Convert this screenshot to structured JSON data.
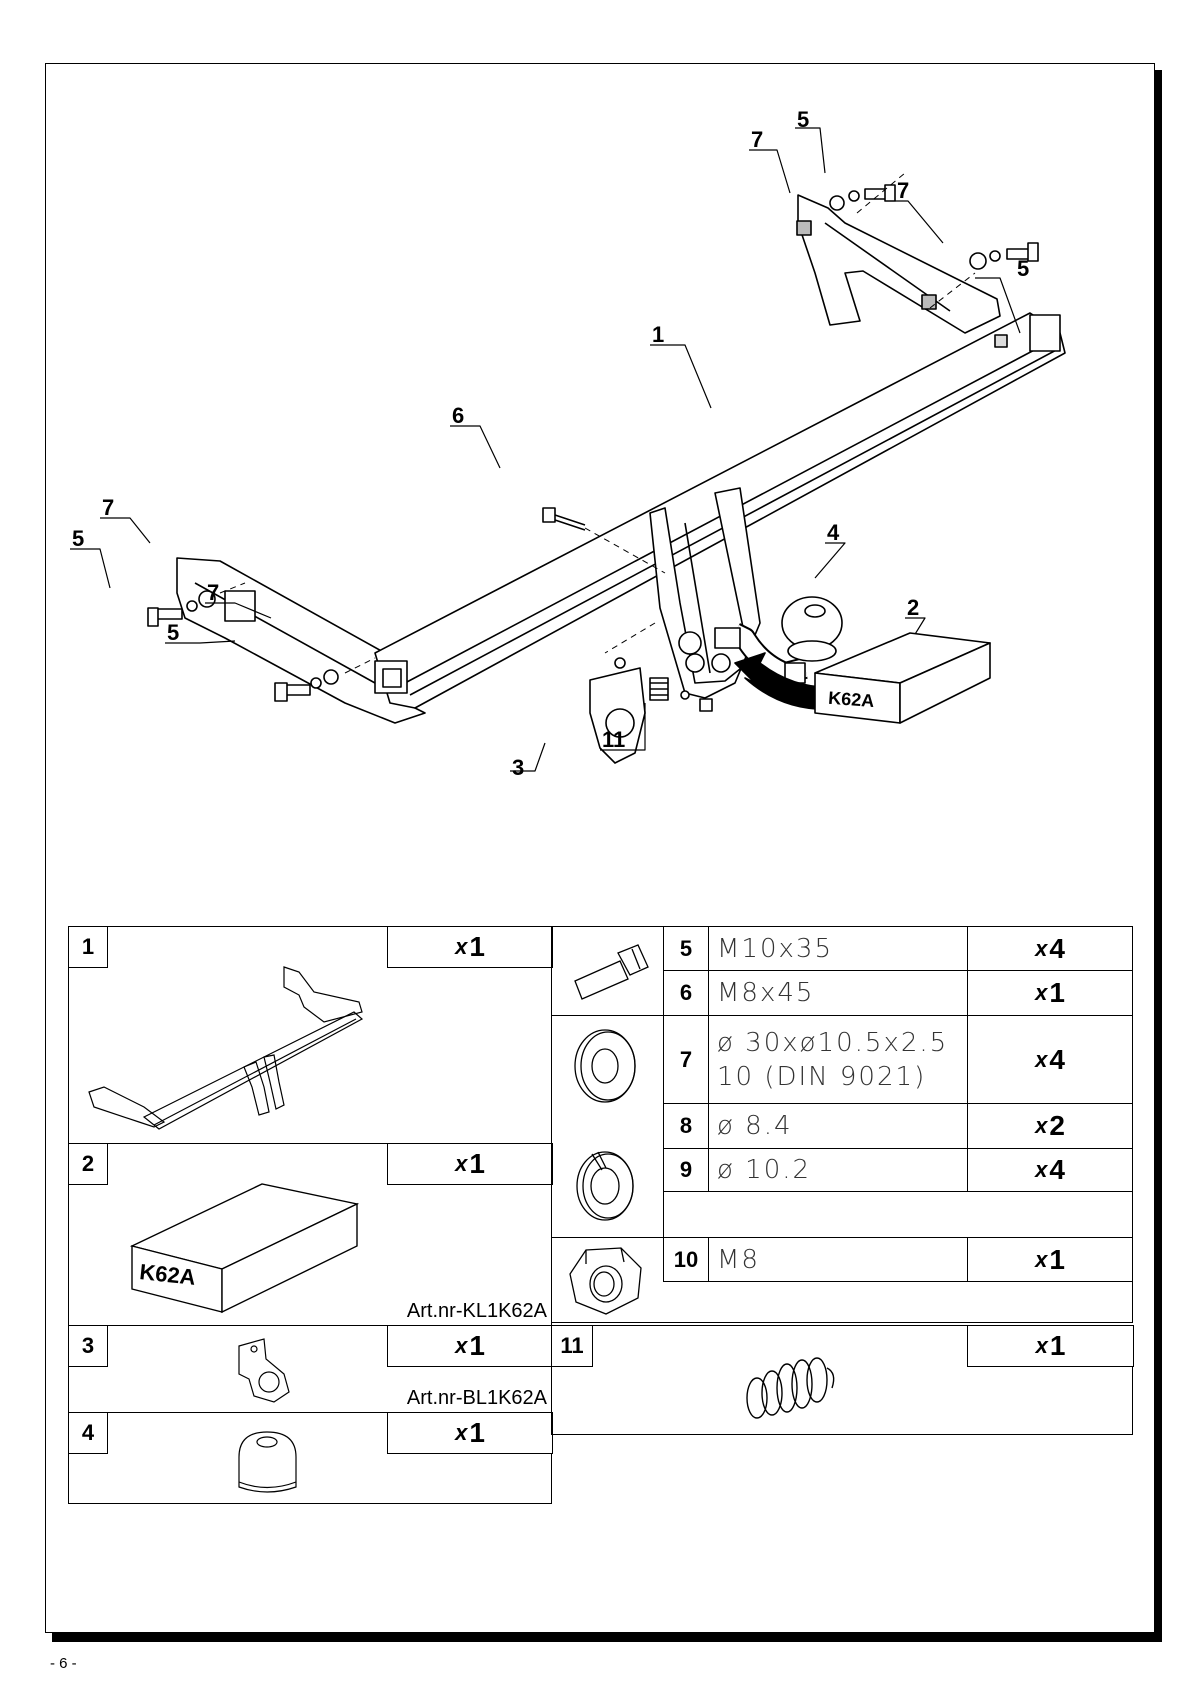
{
  "diagram": {
    "callouts": {
      "c7_top_left": "7",
      "c5_top_left": "5",
      "c7_top_right": "7",
      "c5_top_right": "5",
      "c1": "1",
      "c6": "6",
      "c7_left_a": "7",
      "c5_left_a": "5",
      "c7_left_b": "7",
      "c5_left_b": "5",
      "c4": "4",
      "c2": "2",
      "c3": "3",
      "c11": "11"
    },
    "box_label": "K62A"
  },
  "parts": {
    "p1": {
      "num": "1",
      "x": "x",
      "qty": "1"
    },
    "p2": {
      "num": "2",
      "x": "x",
      "qty": "1",
      "box_label": "K62A",
      "art_nr": "Art.nr-KL1K62A"
    },
    "p3": {
      "num": "3",
      "x": "x",
      "qty": "1",
      "art_nr": "Art.nr-BL1K62A"
    },
    "p4": {
      "num": "4",
      "x": "x",
      "qty": "1"
    },
    "p5": {
      "num": "5",
      "spec": "M10x35",
      "x": "x",
      "qty": "4"
    },
    "p6": {
      "num": "6",
      "spec": "M8x45",
      "x": "x",
      "qty": "1"
    },
    "p7": {
      "num": "7",
      "spec_line1": "ø 30xø10.5x2.5",
      "spec_line2": "10  (DIN 9021)",
      "x": "x",
      "qty": "4"
    },
    "p8": {
      "num": "8",
      "spec": "ø 8.4",
      "x": "x",
      "qty": "2"
    },
    "p9": {
      "num": "9",
      "spec": "ø 10.2",
      "x": "x",
      "qty": "4"
    },
    "p10": {
      "num": "10",
      "spec": "M8",
      "x": "x",
      "qty": "1"
    },
    "p11": {
      "num": "11",
      "x": "x",
      "qty": "1"
    }
  },
  "page_number": "- 6 -"
}
